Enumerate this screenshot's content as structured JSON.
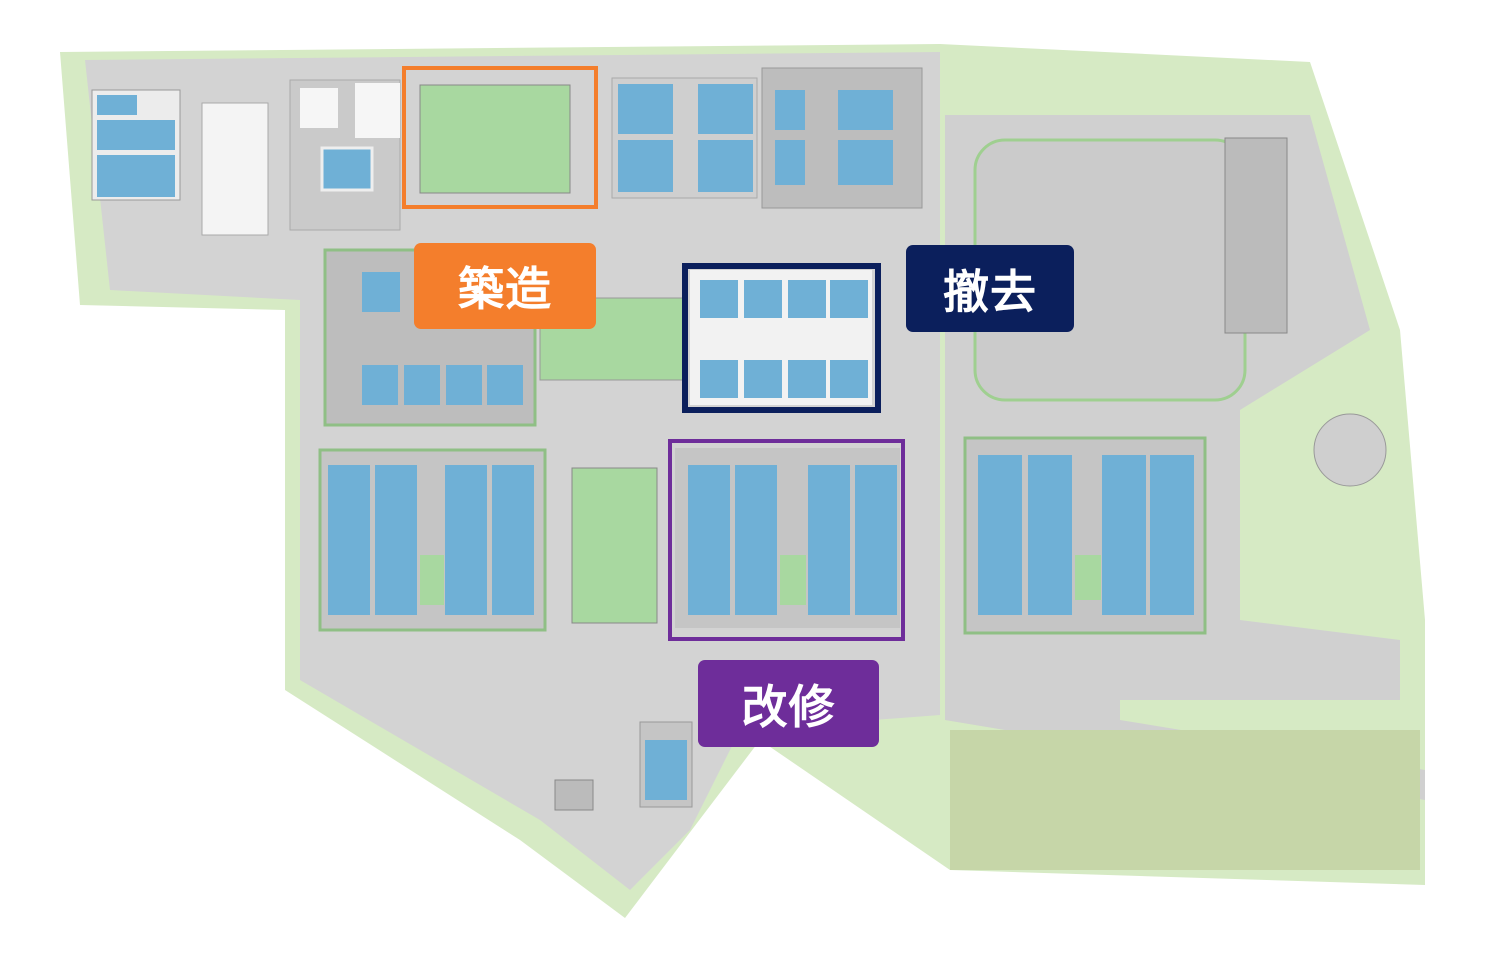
{
  "labels": {
    "construction": "築造",
    "removal": "撤去",
    "renovation": "改修"
  },
  "colors": {
    "construction": "#F47E2C",
    "removal": "#0B1F5C",
    "renovation": "#6E2D9A",
    "water": "#6FB0D6",
    "lawn": "#A8D8A0",
    "ground": "#D4D4D4"
  }
}
